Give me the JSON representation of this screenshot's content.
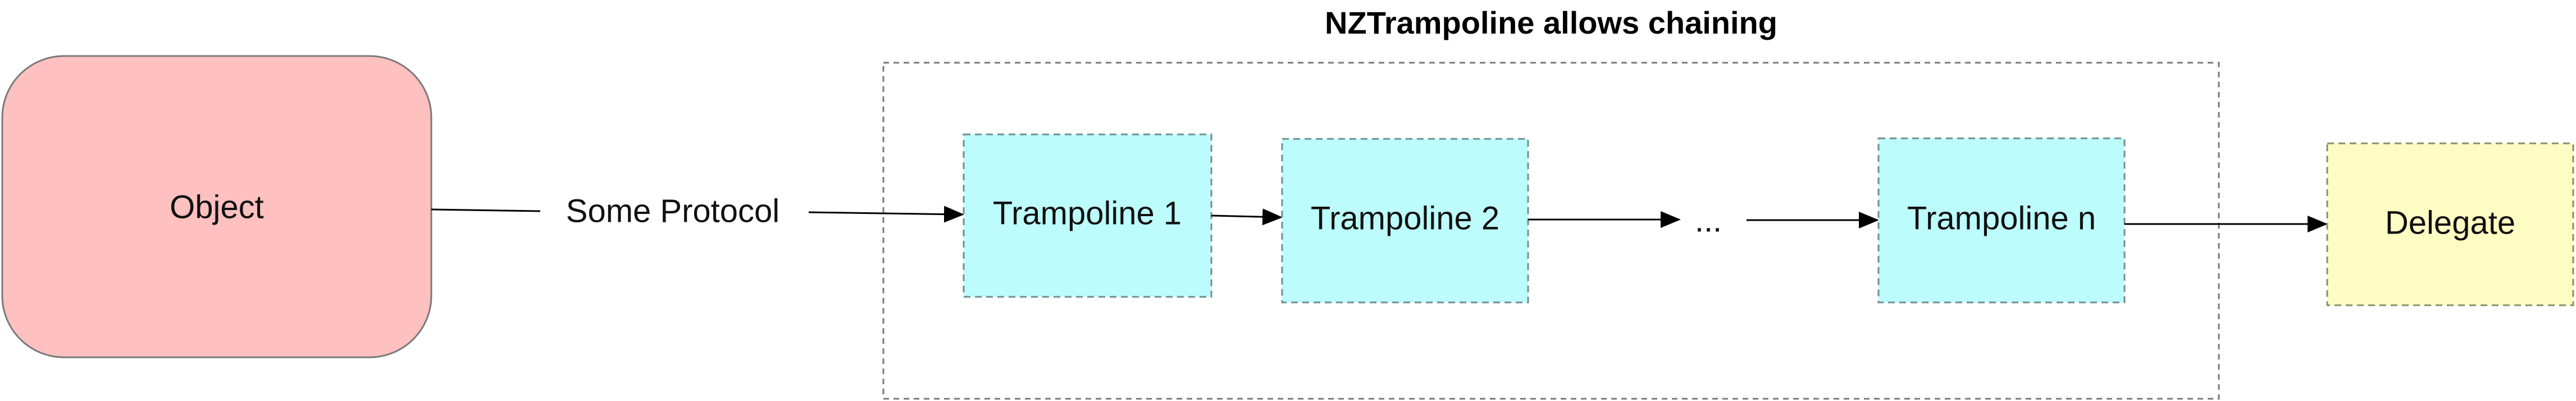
{
  "diagram": {
    "group_title": "NZTrampoline allows chaining",
    "nodes": {
      "object": {
        "label": "Object",
        "fill": "#ffc0c0",
        "stroke": "#7a7a7a"
      },
      "trampoline_1": {
        "label": "Trampoline 1",
        "fill": "#bdfcfc",
        "stroke": "#6f8f8f"
      },
      "trampoline_2": {
        "label": "Trampoline 2",
        "fill": "#bdfcfc",
        "stroke": "#6f8f8f"
      },
      "ellipsis": {
        "label": "..."
      },
      "trampoline_n": {
        "label": "Trampoline n",
        "fill": "#bdfcfc",
        "stroke": "#6f8f8f"
      },
      "delegate": {
        "label": "Delegate",
        "fill": "#fdfdc3",
        "stroke": "#8d8d6a"
      }
    },
    "edge_labels": {
      "protocol": "Some Protocol"
    },
    "colors": {
      "edge": "#000000",
      "group_border": "#7a7a7a"
    }
  }
}
